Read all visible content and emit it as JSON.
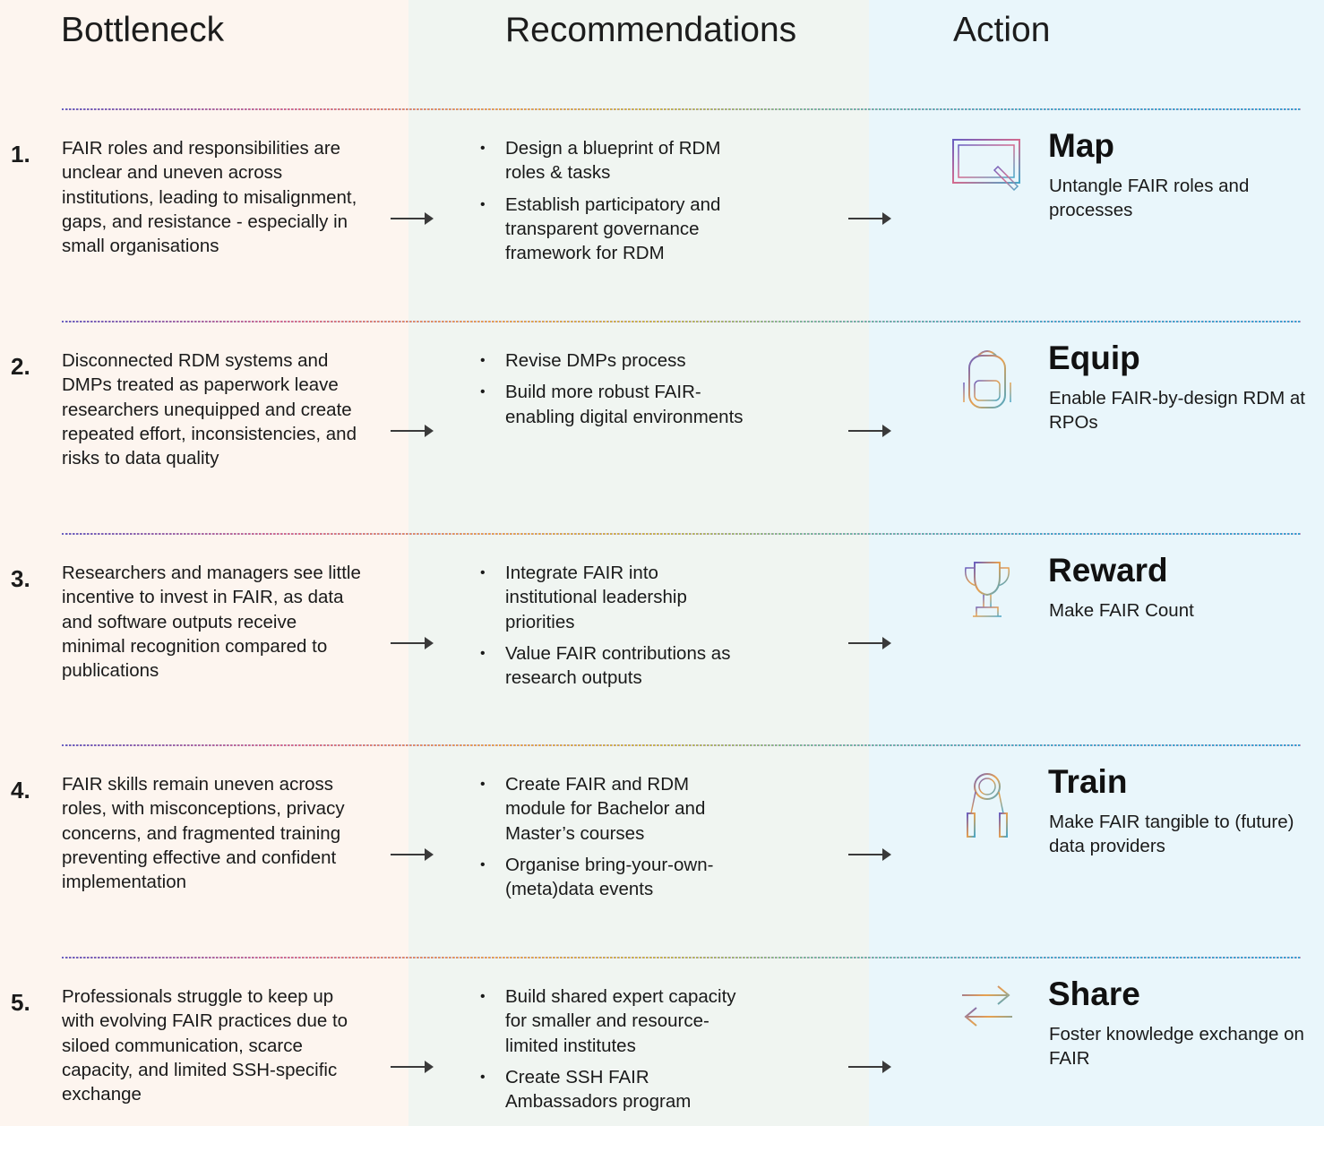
{
  "headings": {
    "bottleneck": "Bottleneck",
    "recommendations": "Recommendations",
    "action": "Action"
  },
  "rows": [
    {
      "number": "1.",
      "bottleneck": "FAIR roles and responsibilities are unclear and uneven across institutions, leading to misalignment, gaps, and resistance - especially in small organisations",
      "recommendations": [
        "Design a blueprint of RDM roles & tasks",
        "Establish participatory and transparent governance framework for RDM"
      ],
      "action_title": "Map",
      "action_desc": "Untangle FAIR roles and processes",
      "icon": "whiteboard-pencil-icon"
    },
    {
      "number": "2.",
      "bottleneck": "Disconnected RDM systems and DMPs treated as paperwork leave researchers unequipped and create repeated effort, inconsistencies, and risks to data quality",
      "recommendations": [
        "Revise DMPs process",
        "Build more robust FAIR-enabling digital environments"
      ],
      "action_title": "Equip",
      "action_desc": "Enable FAIR-by-design RDM at RPOs",
      "icon": "backpack-icon"
    },
    {
      "number": "3.",
      "bottleneck": "Researchers and managers see little incentive to invest in FAIR, as data and software outputs receive minimal recognition compared to publications",
      "recommendations": [
        "Integrate FAIR into institutional leadership priorities",
        "Value FAIR contributions as research outputs"
      ],
      "action_title": "Reward",
      "action_desc": "Make FAIR Count",
      "icon": "trophy-icon"
    },
    {
      "number": "4.",
      "bottleneck": "FAIR skills remain uneven across roles, with misconceptions, privacy concerns, and fragmented training preventing effective and confident implementation",
      "recommendations": [
        "Create FAIR and RDM module for Bachelor and Master’s courses",
        "Organise bring-your-own-(meta)data events"
      ],
      "action_title": "Train",
      "action_desc": "Make FAIR tangible to (future) data providers",
      "icon": "jump-rope-icon"
    },
    {
      "number": "5.",
      "bottleneck": "Professionals struggle to keep up with evolving FAIR practices due to siloed communication, scarce capacity, and limited SSH-specific exchange",
      "recommendations": [
        "Build shared expert capacity for smaller and resource-limited institutes",
        "Create SSH FAIR Ambassadors program"
      ],
      "action_title": "Share",
      "action_desc": "Foster knowledge exchange on FAIR",
      "icon": "exchange-arrows-icon"
    }
  ]
}
